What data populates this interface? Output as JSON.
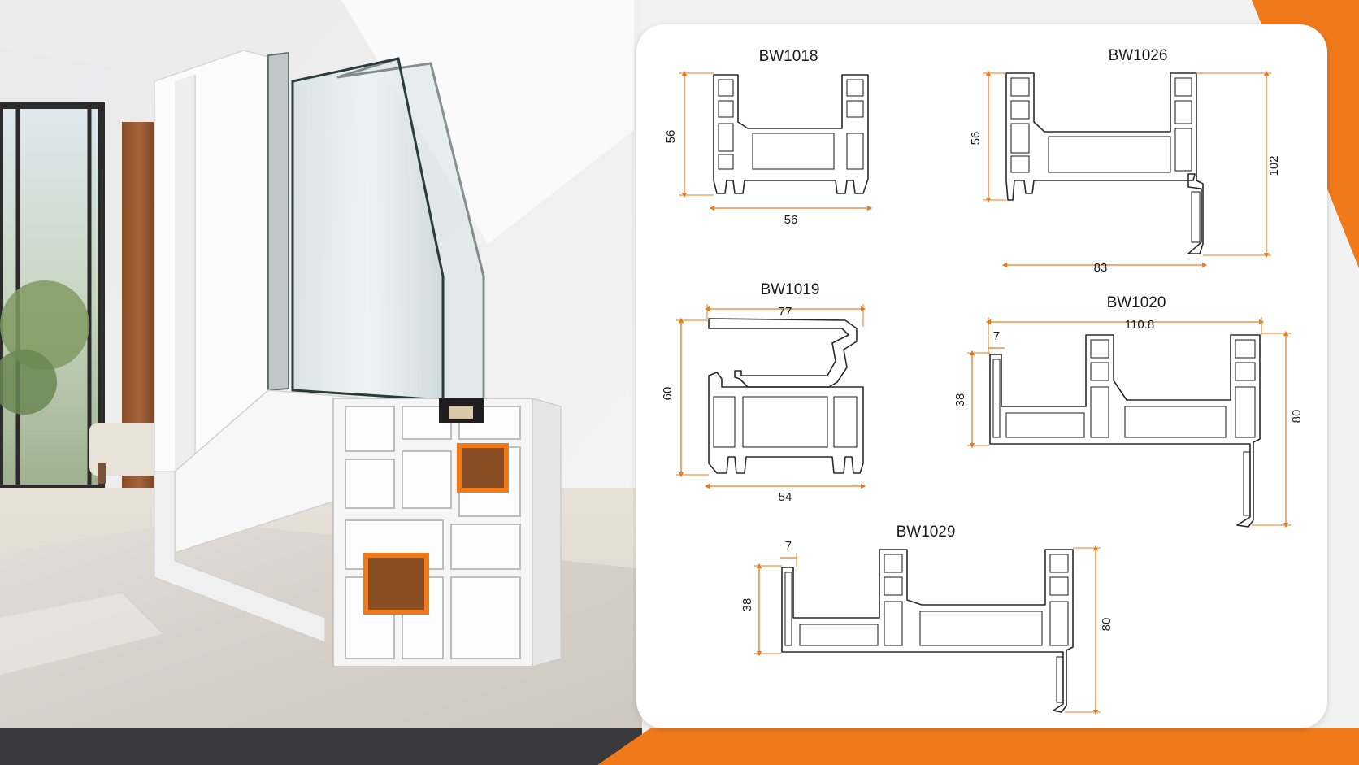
{
  "colors": {
    "accent": "#f07a1a",
    "dark_stripe": "#3a3a3c",
    "dimension_line": "#f07a1a",
    "profile_stroke": "#2a2a2a",
    "panel_background": "#ffffff"
  },
  "profiles": [
    {
      "code": "BW1018",
      "dims": [
        "56",
        "56"
      ]
    },
    {
      "code": "BW1026",
      "dims": [
        "56",
        "102",
        "83"
      ]
    },
    {
      "code": "BW1019",
      "dims": [
        "77",
        "60",
        "54"
      ]
    },
    {
      "code": "BW1020",
      "dims": [
        "110.8",
        "7",
        "38",
        "80"
      ]
    },
    {
      "code": "BW1029",
      "dims": [
        "7",
        "38",
        "80"
      ]
    }
  ]
}
